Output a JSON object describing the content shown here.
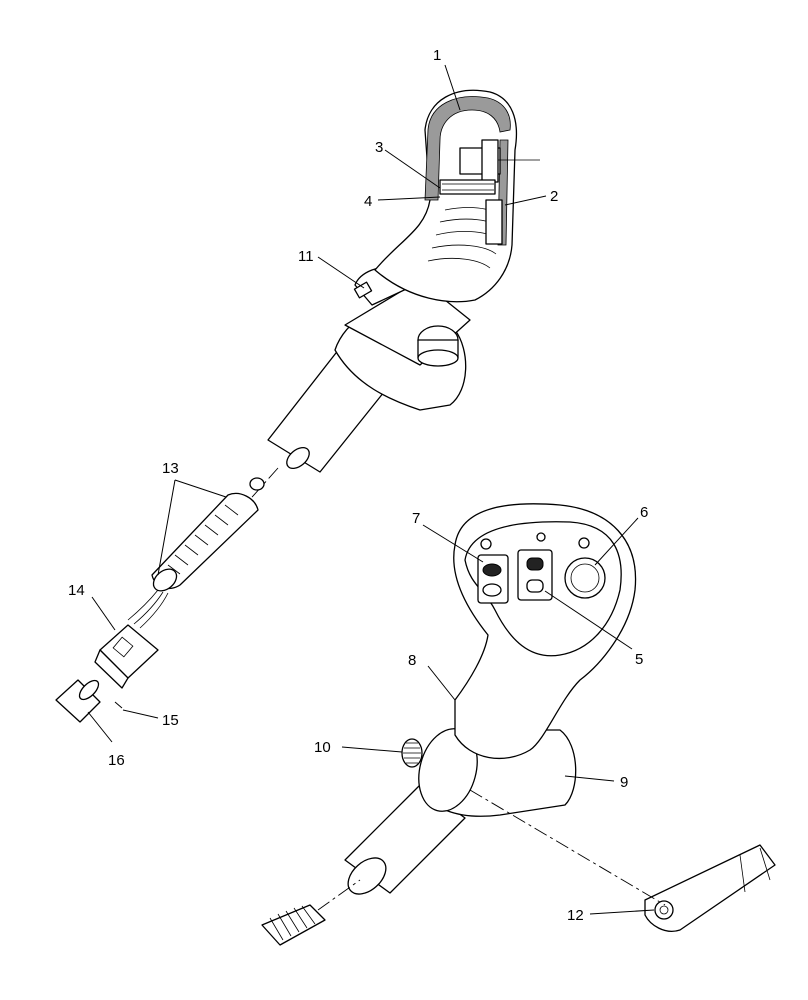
{
  "callouts": [
    "1",
    "2",
    "3",
    "4",
    "5",
    "6",
    "7",
    "8",
    "9",
    "10",
    "11",
    "12",
    "13",
    "14",
    "15",
    "16"
  ]
}
